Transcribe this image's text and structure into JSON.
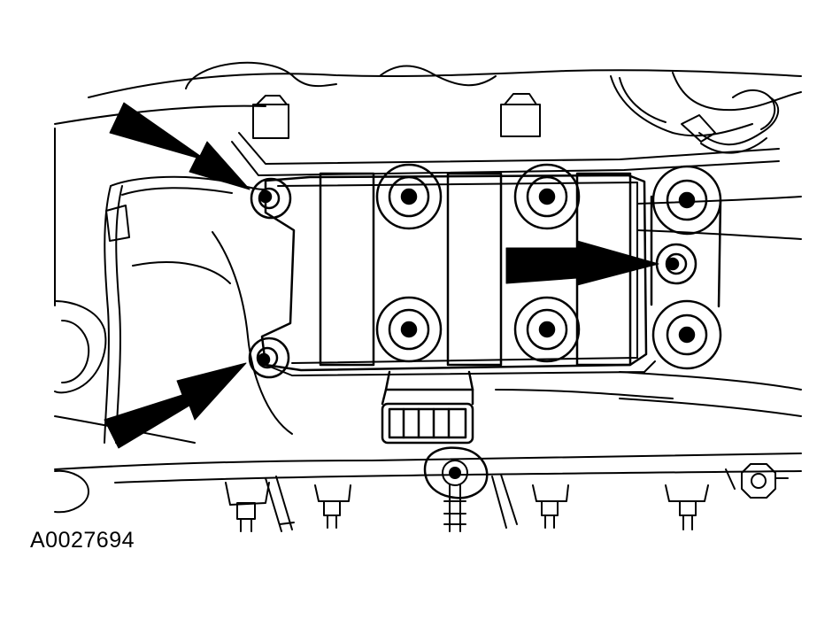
{
  "figure": {
    "code": "A0027694"
  },
  "callouts": [
    {
      "id": "arrow-upper-left",
      "points_to": "upper-left-coil-bolt"
    },
    {
      "id": "arrow-lower-left",
      "points_to": "lower-left-coil-bolt"
    },
    {
      "id": "arrow-right",
      "points_to": "right-coil-bolt"
    }
  ],
  "colors": {
    "line": "#000000",
    "background": "#ffffff"
  }
}
